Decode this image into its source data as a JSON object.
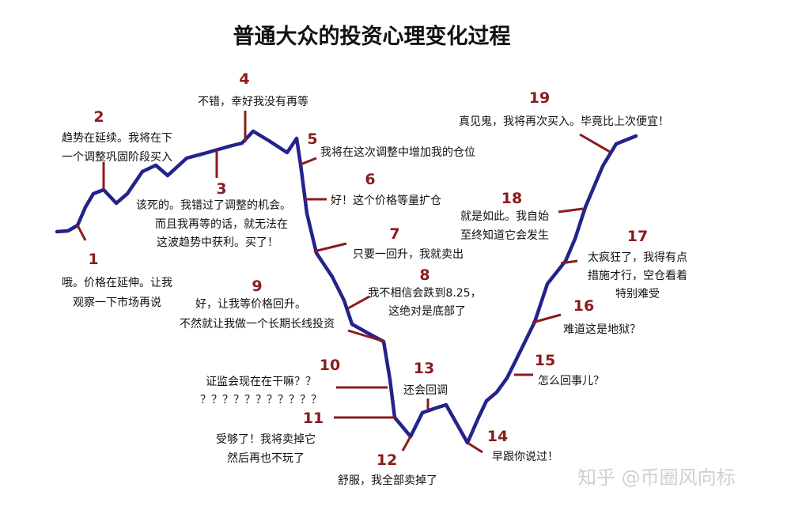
{
  "title": "普通大众的投资心理变化过程",
  "watermark": "知乎 @币圈风向标",
  "colors": {
    "curve": "#23238a",
    "tick": "#8b1c1c",
    "number": "#8b1c1c",
    "text": "#111111"
  },
  "steps": [
    {
      "n": "1",
      "lines": [
        "哦。价格在延伸。让我",
        "观察一下市场再说"
      ]
    },
    {
      "n": "2",
      "lines": [
        "趋势在延续。我将在下",
        "一个调整巩固阶段买入"
      ]
    },
    {
      "n": "3",
      "lines": [
        "该死的。我错过了调整的机会。",
        "而且我再等的话，就无法在",
        "这波趋势中获利。买了！"
      ]
    },
    {
      "n": "4",
      "lines": [
        "不错，幸好我没有再等"
      ]
    },
    {
      "n": "5",
      "lines": [
        "我将在这次调整中增加我的仓位"
      ]
    },
    {
      "n": "6",
      "lines": [
        "好！这个价格等量扩仓"
      ]
    },
    {
      "n": "7",
      "lines": [
        "只要一回升，我就卖出"
      ]
    },
    {
      "n": "8",
      "lines": [
        "我不相信会跌到8.25，",
        "这绝对是底部了"
      ]
    },
    {
      "n": "9",
      "lines": [
        "好，让我等价格回升。",
        "不然就让我做一个长期长线投资"
      ]
    },
    {
      "n": "10",
      "lines": [
        "证监会现在在干嘛？？",
        "？？？？？？？？？？？"
      ]
    },
    {
      "n": "11",
      "lines": [
        "受够了！我将卖掉它",
        "然后再也不玩了"
      ]
    },
    {
      "n": "12",
      "lines": [
        "舒服，我全部卖掉了"
      ]
    },
    {
      "n": "13",
      "lines": [
        "还会回调"
      ]
    },
    {
      "n": "14",
      "lines": [
        "早跟你说过！"
      ]
    },
    {
      "n": "15",
      "lines": [
        "怎么回事儿？"
      ]
    },
    {
      "n": "16",
      "lines": [
        "难道这是地狱？"
      ]
    },
    {
      "n": "17",
      "lines": [
        "太疯狂了，我得有点",
        "措施才行，空仓看着",
        "特别难受"
      ]
    },
    {
      "n": "18",
      "lines": [
        "就是如此。我自始",
        "至终知道它会发生"
      ]
    },
    {
      "n": "19",
      "lines": [
        "真见鬼，我将再次买入。毕竟比上次便宜！"
      ]
    }
  ]
}
